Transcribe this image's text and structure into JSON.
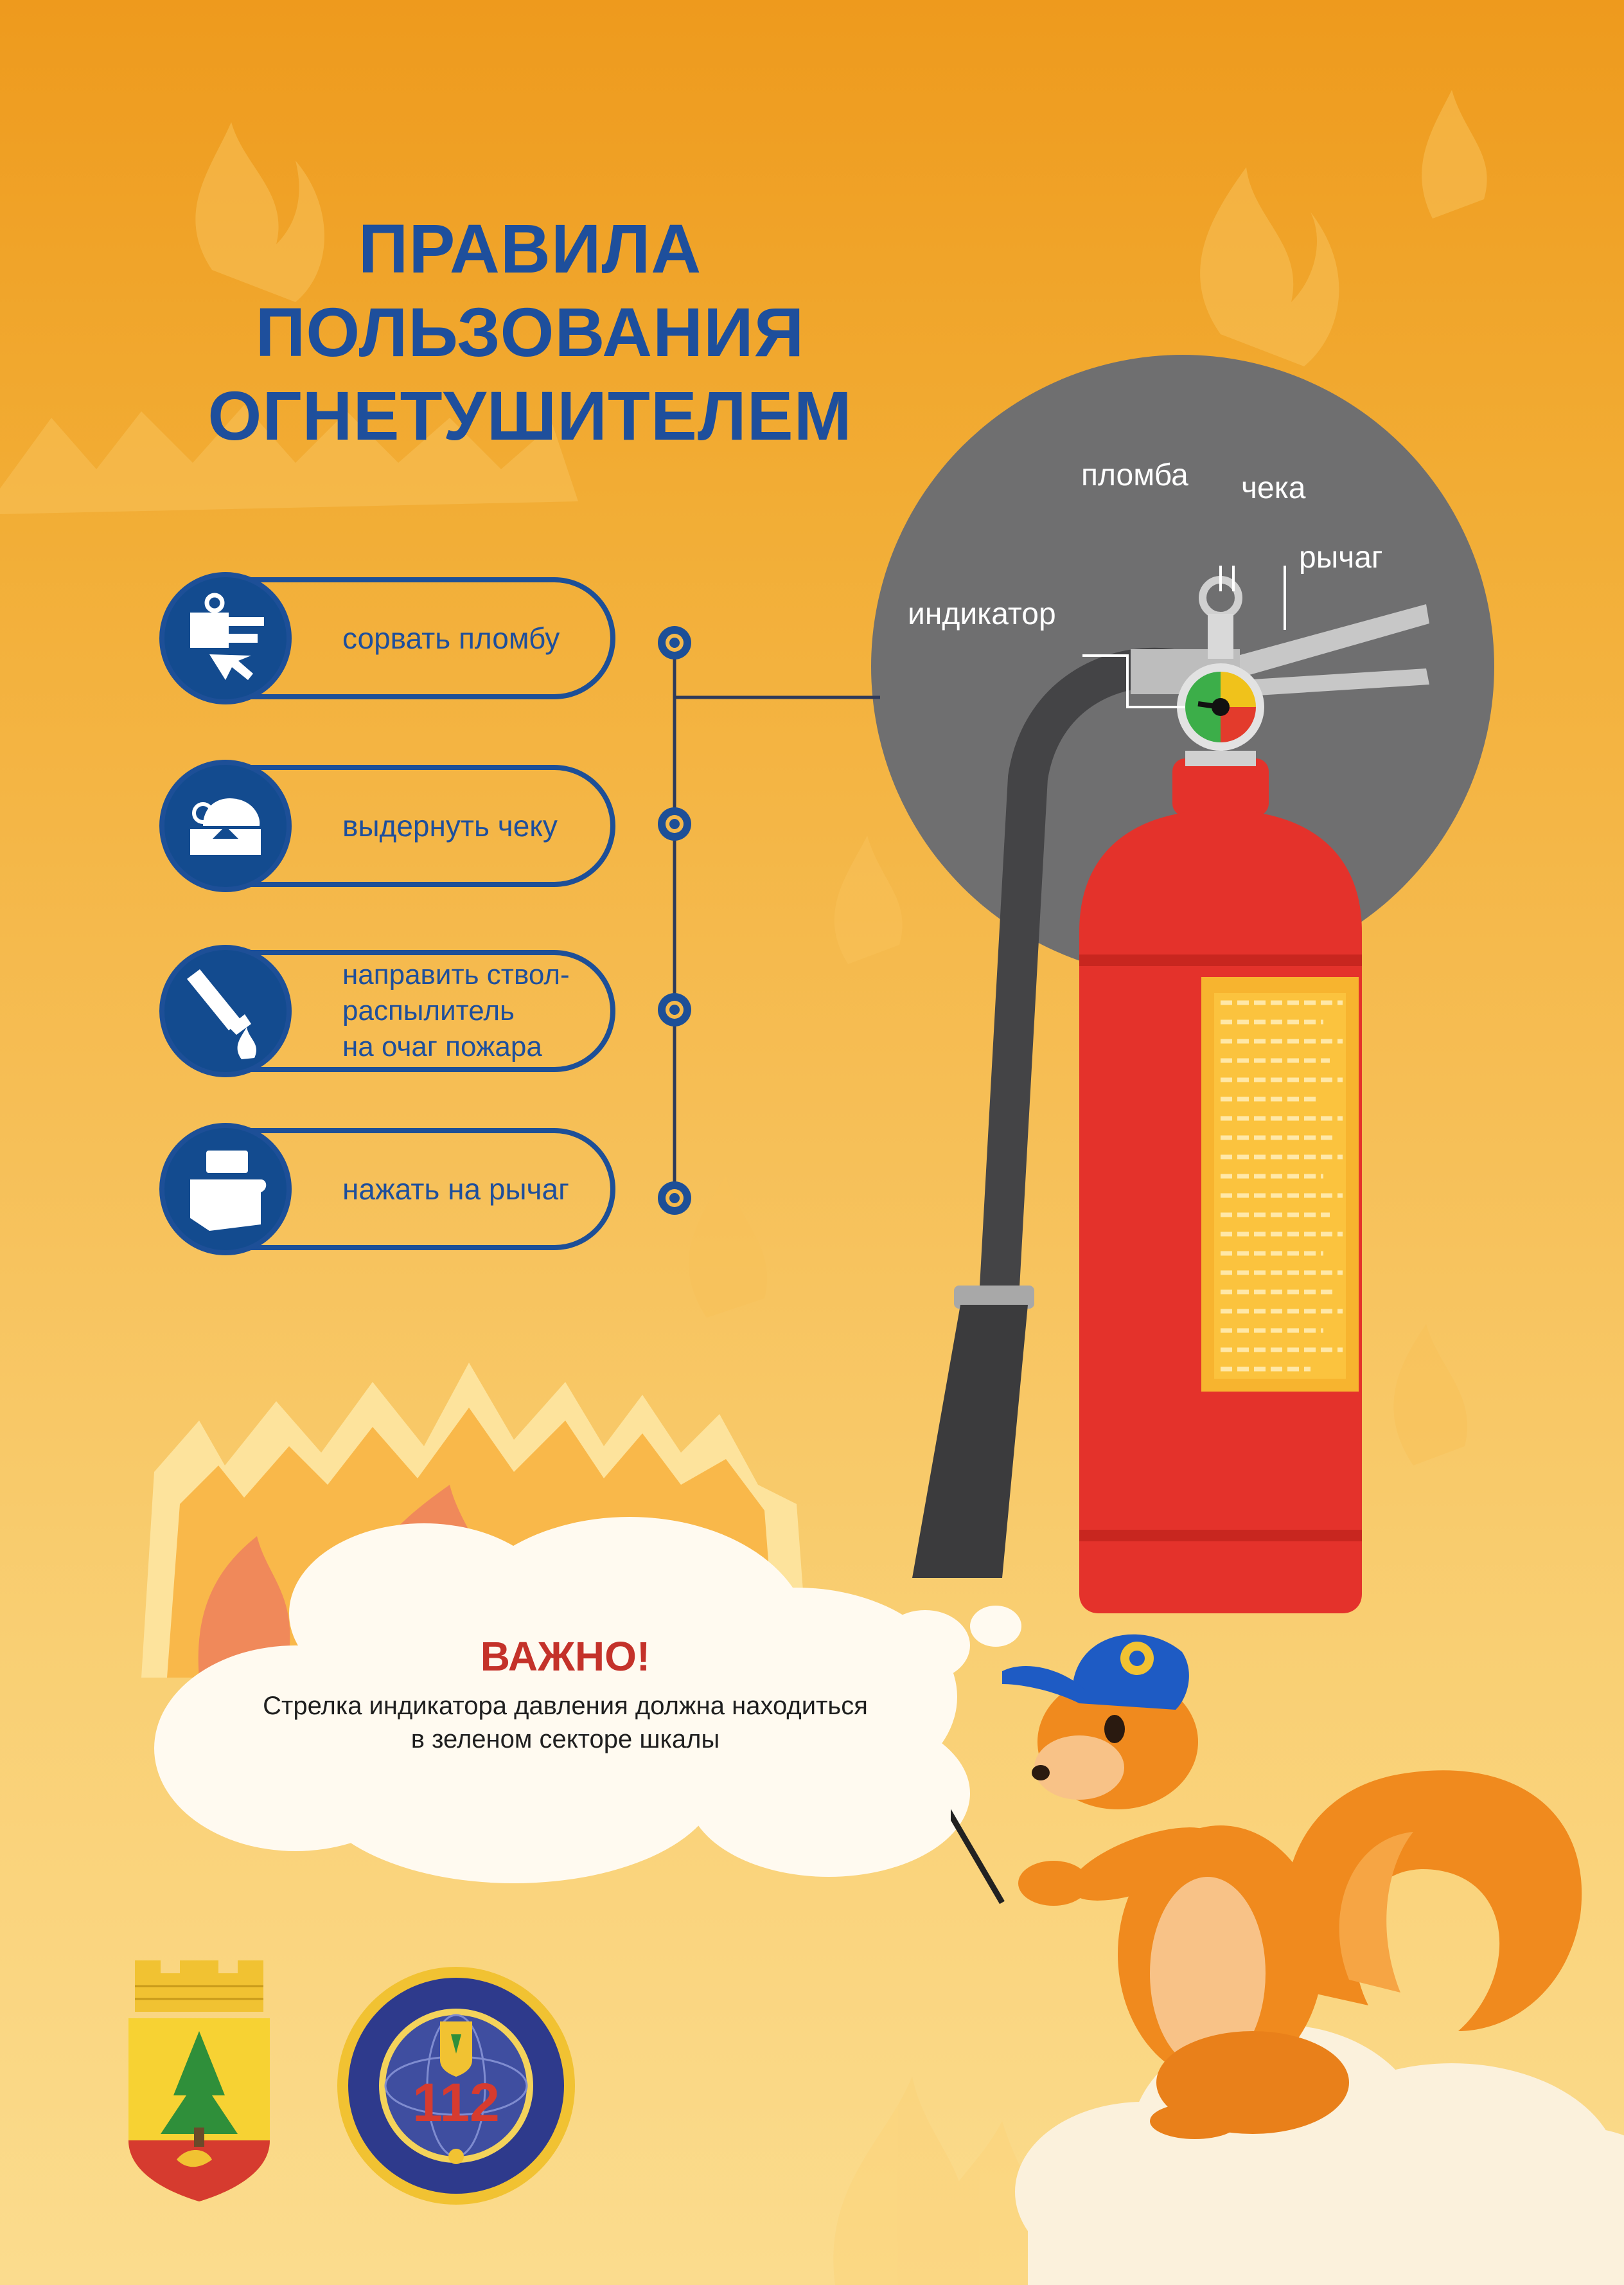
{
  "poster": {
    "title_lines": [
      "ПРАВИЛА",
      "ПОЛЬЗОВАНИЯ",
      "ОГНЕТУШИТЕЛЕМ"
    ],
    "colors": {
      "background_top": "#ee9a1d",
      "background_bottom": "#fbdc8e",
      "title_blue": "#1e4f9c",
      "accent_red": "#c4322a",
      "extinguisher_red": "#e4322b"
    }
  },
  "steps": [
    {
      "label": "сорвать пломбу",
      "icon": "seal-break-icon"
    },
    {
      "label": "выдернуть чеку",
      "icon": "pull-pin-icon"
    },
    {
      "label": "направить ствол-\nраспылитель\nна очаг пожара",
      "icon": "aim-nozzle-icon"
    },
    {
      "label": "нажать на рычаг",
      "icon": "press-lever-icon"
    }
  ],
  "parts": {
    "seal": "пломба",
    "pin": "чека",
    "lever": "рычаг",
    "indicator": "индикатор"
  },
  "warning": {
    "title": "ВАЖНО!",
    "text": "Стрелка индикатора давления должна находиться\nв зеленом секторе шкалы"
  },
  "emblems": {
    "edds": {
      "number": "112"
    }
  }
}
